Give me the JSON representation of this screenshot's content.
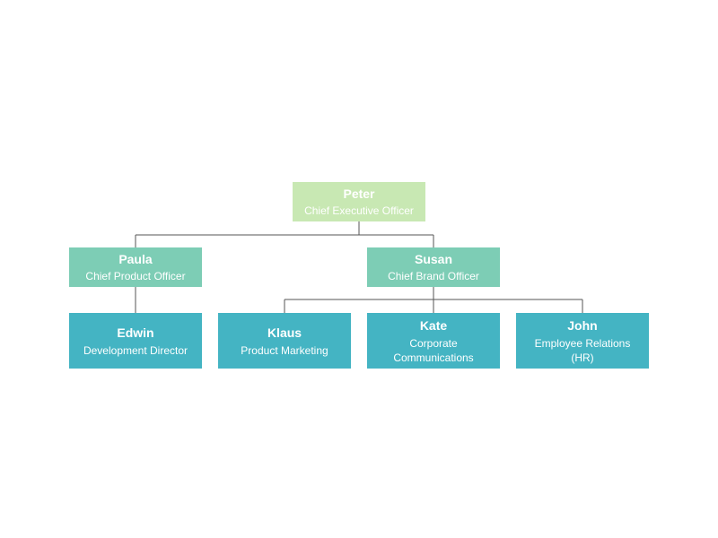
{
  "org_chart": {
    "root": {
      "name": "Peter",
      "title": "Chief Executive Officer"
    },
    "level2": [
      {
        "name": "Paula",
        "title": "Chief Product Officer"
      },
      {
        "name": "Susan",
        "title": "Chief Brand Officer"
      }
    ],
    "level3": [
      {
        "name": "Edwin",
        "title": "Development Director",
        "reports_to": "Paula"
      },
      {
        "name": "Klaus",
        "title": "Product Marketing",
        "reports_to": "Susan"
      },
      {
        "name": "Kate",
        "title": "Corporate Communications",
        "reports_to": "Susan"
      },
      {
        "name": "John",
        "title": "Employee Relations (HR)",
        "reports_to": "Susan"
      }
    ]
  },
  "colors": {
    "level1": "#c8e8b3",
    "level2": "#7dcdb5",
    "level3": "#44b4c3",
    "connector": "#555555"
  }
}
